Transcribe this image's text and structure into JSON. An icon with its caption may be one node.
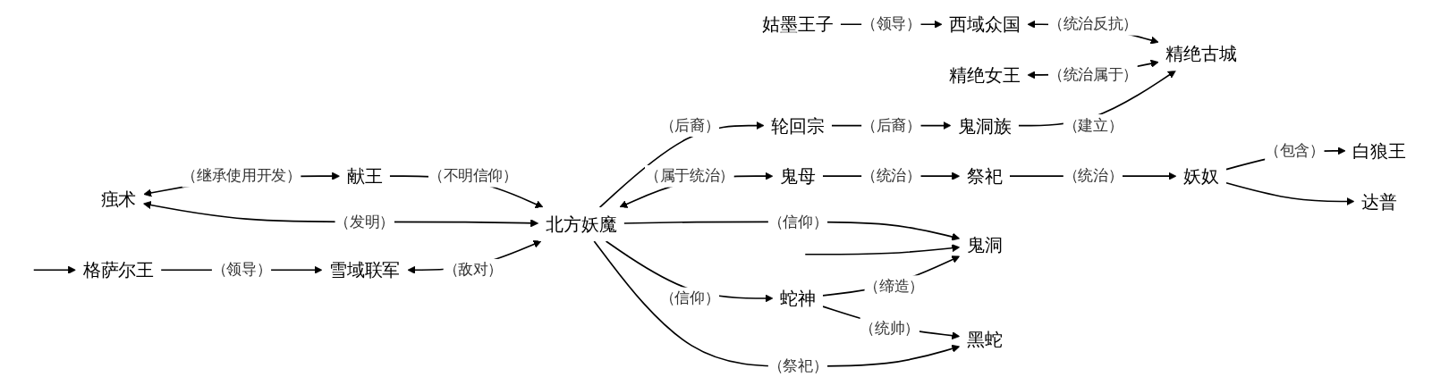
{
  "diagram": {
    "nodes": [
      {
        "text": [
          "西域众国"
        ]
      },
      {
        "text": [
          "姑墨王子"
        ]
      },
      {
        "text": [
          "精绝女王"
        ]
      },
      {
        "text": [
          "精绝古城"
        ]
      },
      {
        "text": [
          "鬼洞族"
        ]
      },
      {
        "text": [
          "轮回宗"
        ]
      },
      {
        "text": [
          "痋术"
        ]
      },
      {
        "text": [
          "献王"
        ]
      },
      {
        "text": [
          "白狼王"
        ]
      },
      {
        "text": [
          "格萨尔王"
        ]
      },
      {
        "text": [
          "雪域联军"
        ]
      },
      {
        "text": [
          "北方妖魔"
        ]
      },
      {
        "text": [
          "鬼母"
        ]
      },
      {
        "text": [
          "祭祀"
        ]
      },
      {
        "text": [
          "妖奴"
        ]
      },
      {
        "text": [
          "达普"
        ]
      },
      {
        "text": [
          "鬼洞"
        ]
      },
      {
        "text": [
          "蛇神"
        ]
      },
      {
        "text": [
          "黑蛇"
        ]
      }
    ],
    "edges": [
      {
        "from": 1,
        "to": 0,
        "arrow": "to",
        "label": "（领导）"
      },
      {
        "from": 0,
        "to": 3,
        "arrow": "both",
        "label": "（统治反抗）"
      },
      {
        "from": 2,
        "to": 3,
        "arrow": "both",
        "label": "（统治属于）"
      },
      {
        "from": 4,
        "to": 3,
        "arrow": "to",
        "label": "（建立）"
      },
      {
        "from": 5,
        "to": 4,
        "arrow": "to",
        "label": "（后裔）"
      },
      {
        "from": 6,
        "to": 7,
        "arrow": "both",
        "label": "（继承使用开发）"
      },
      {
        "from": 11,
        "to": 5,
        "arrow": "to",
        "label": "（后裔）"
      },
      {
        "from": 11,
        "to": 6,
        "arrow": "both",
        "label": "（发明）"
      },
      {
        "from": 7,
        "to": 11,
        "arrow": "to",
        "label": "（不明信仰）"
      },
      {
        "from": null,
        "to": 9,
        "arrow": "to"
      },
      {
        "from": 9,
        "to": 10,
        "arrow": "to",
        "label": "（领导）"
      },
      {
        "from": 10,
        "to": 11,
        "arrow": "both",
        "label": "（敌对）"
      },
      {
        "from": 11,
        "to": 12,
        "arrow": "both",
        "label": "（属于统治）"
      },
      {
        "from": 12,
        "to": 13,
        "arrow": "to",
        "label": "（统治）"
      },
      {
        "from": 13,
        "to": 14,
        "arrow": "to",
        "label": "（统治）"
      },
      {
        "from": 14,
        "to": 8,
        "arrow": "to",
        "label": "（包含）"
      },
      {
        "from": 14,
        "to": 15,
        "arrow": "to"
      },
      {
        "from": 11,
        "to": 16,
        "arrow": "to",
        "label": "（信仰）"
      },
      {
        "from": 11,
        "to": 17,
        "arrow": "to",
        "label": "（信仰）"
      },
      {
        "from": 11,
        "to": 18,
        "arrow": "to",
        "label": "（祭祀）"
      },
      {
        "from": 17,
        "to": 16,
        "arrow": "to",
        "label": "（缔造）"
      },
      {
        "from": 17,
        "to": 18,
        "arrow": "to",
        "label": "（统帅）"
      },
      {
        "from": null,
        "to": 16,
        "arrow": "to"
      }
    ]
  }
}
